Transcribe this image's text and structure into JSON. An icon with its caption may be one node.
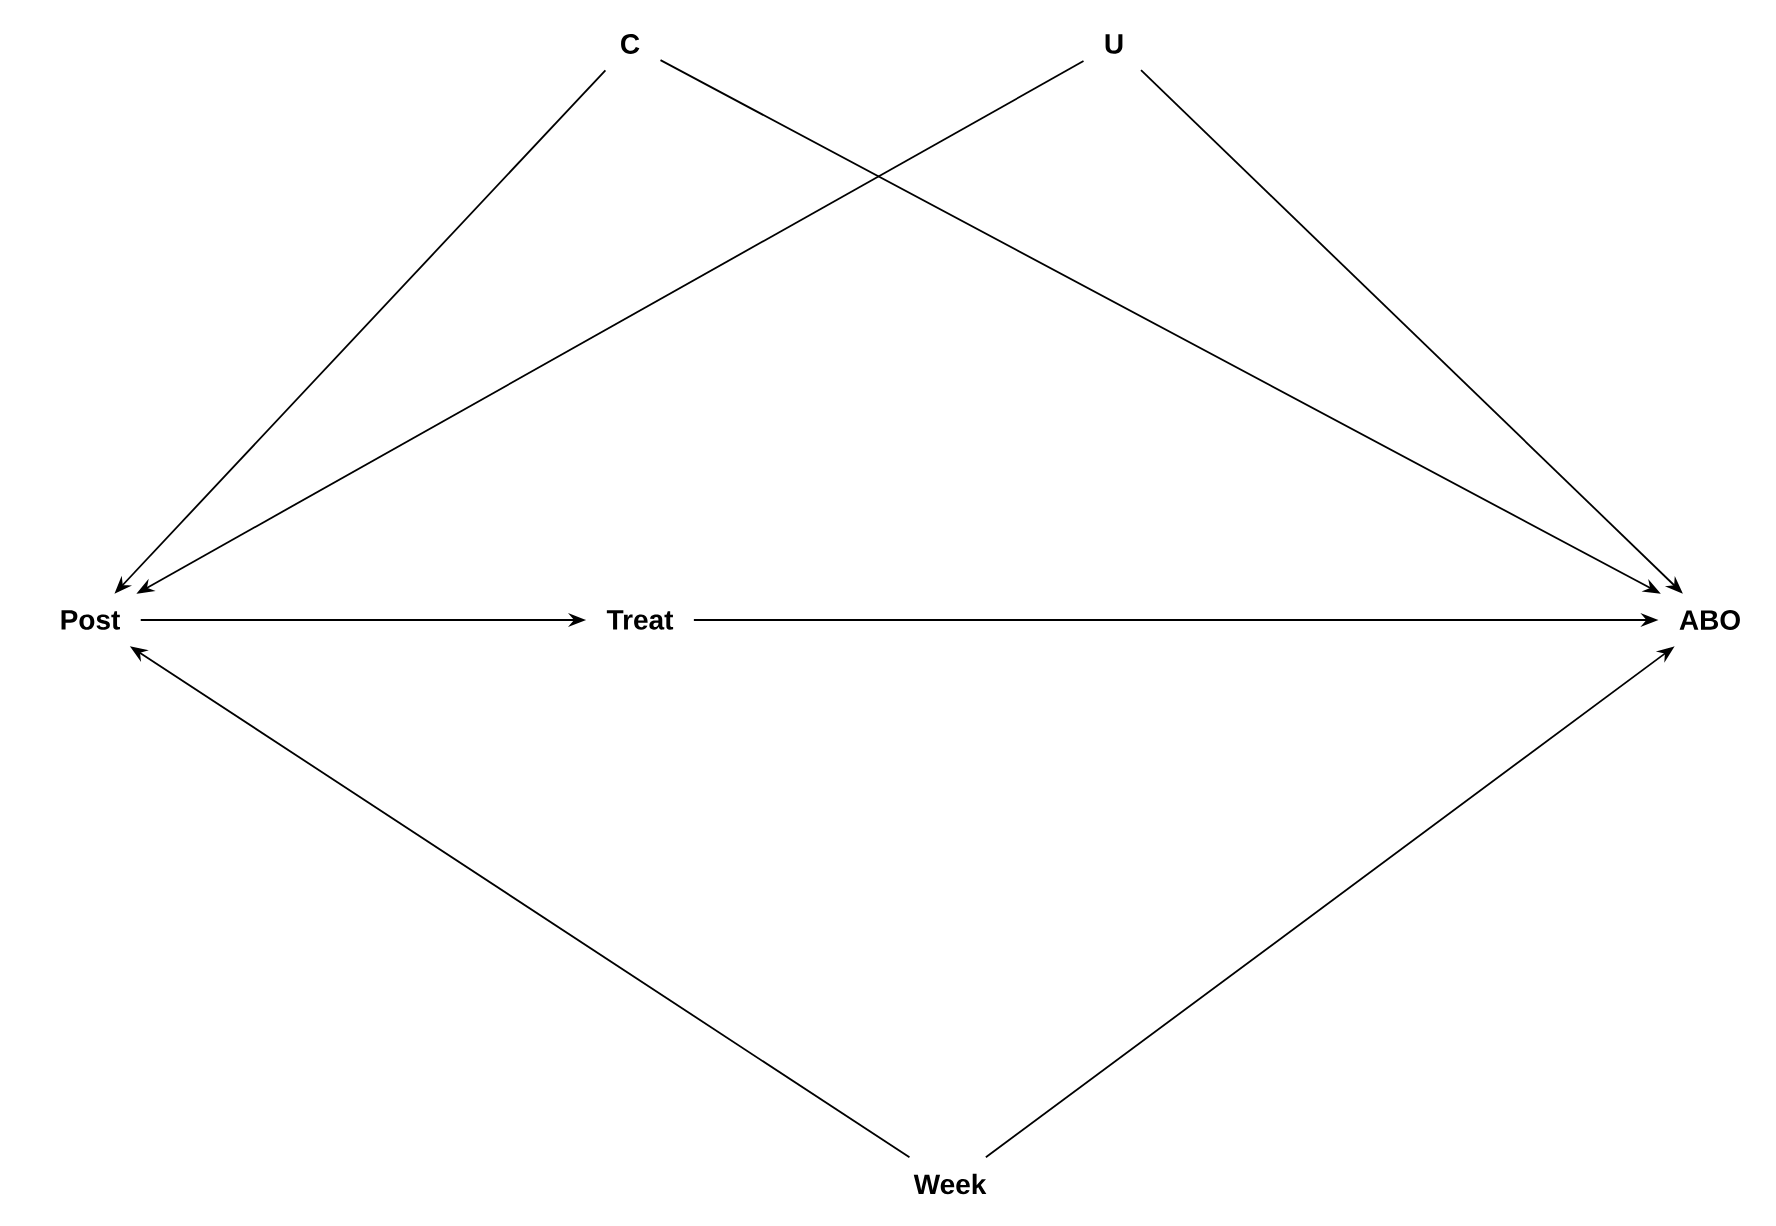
{
  "diagram": {
    "nodes": [
      {
        "text": [
          "C"
        ]
      },
      {
        "text": [
          "U"
        ]
      },
      {
        "text": [
          "Post"
        ]
      },
      {
        "text": [
          "Treat"
        ]
      },
      {
        "text": [
          "ABO"
        ]
      },
      {
        "text": [
          "Week"
        ]
      }
    ],
    "edges": [
      {
        "from": 0,
        "to": 2,
        "arrow": "to"
      },
      {
        "from": 0,
        "to": 4,
        "arrow": "to"
      },
      {
        "from": 1,
        "to": 2,
        "arrow": "to"
      },
      {
        "from": 1,
        "to": 4,
        "arrow": "to"
      },
      {
        "from": 2,
        "to": 3,
        "arrow": "to"
      },
      {
        "from": 3,
        "to": 4,
        "arrow": "to"
      },
      {
        "from": 5,
        "to": 2,
        "arrow": "to"
      },
      {
        "from": 5,
        "to": 4,
        "arrow": "to"
      }
    ]
  }
}
